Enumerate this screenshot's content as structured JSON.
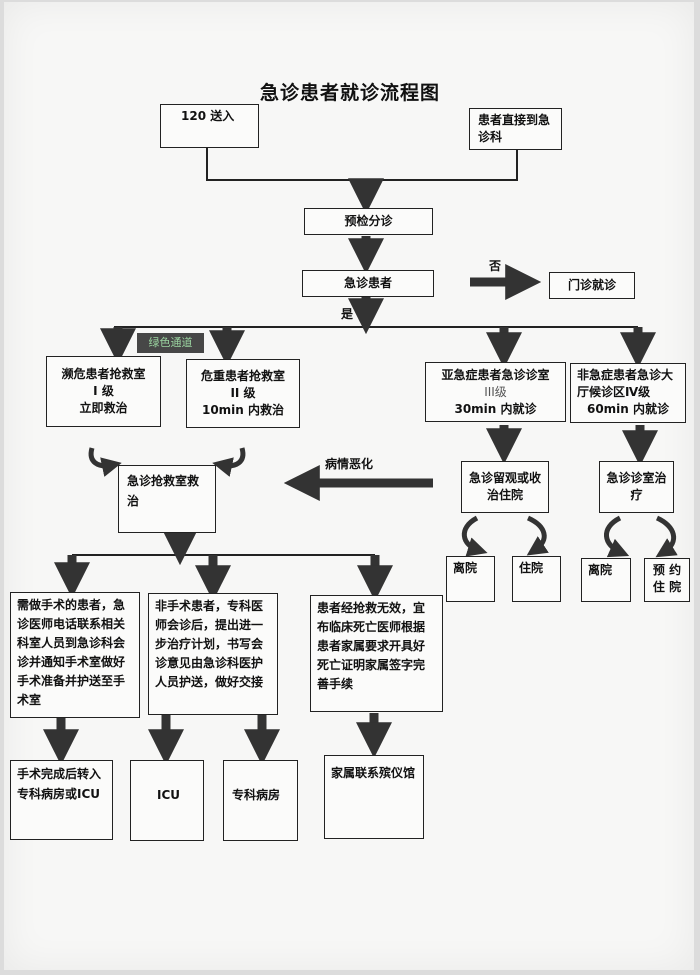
{
  "title": "急诊患者就诊流程图",
  "entry": {
    "ambulance": "120 送入",
    "direct": "患者直接到急诊科"
  },
  "triage": "预检分诊",
  "is_emergency": "急诊患者",
  "no_label": "否",
  "yes_label": "是",
  "outpatient": "门诊就诊",
  "green_channel": "绿色通道",
  "levels": {
    "l1": {
      "name": "濒危患者抢救室",
      "grade": "I 级",
      "action": "立即救治"
    },
    "l2": {
      "name": "危重患者抢救室",
      "grade": "II 级",
      "action": "10min 内救治"
    },
    "l3": {
      "name": "亚急症患者急诊诊室",
      "grade": "III级",
      "action": "30min 内就诊"
    },
    "l4": {
      "name": "非急症患者急诊大厅候诊区Ⅳ级",
      "action": "60min 内就诊"
    }
  },
  "worsen_label": "病情恶化",
  "rescue_room": "急诊抢救室救治",
  "observe": "急诊留观或收治住院",
  "clinic_treat": "急诊诊室治疗",
  "leave_1": "离院",
  "admit": "住院",
  "leave_2": "离院",
  "appointment_admit": "预 约住 院",
  "surgery": "需做手术的患者，急诊医师电话联系相关科室人员到急诊科会诊并通知手术室做好手术准备并护送至手术室",
  "non_surgery": "非手术患者，专科医师会诊后，提出进一步治疗计划，书写会诊意见由急诊科医护人员护送，做好交接",
  "death": "患者经抢救无效，宜布临床死亡医师根据患者家属要求开具好死亡证明家属签字完善手续",
  "after_surgery": "手术完成后转入专科病房或ICU",
  "icu": "ICU",
  "specialty_ward": "专科病房",
  "funeral": "家属联系殡仪馆"
}
